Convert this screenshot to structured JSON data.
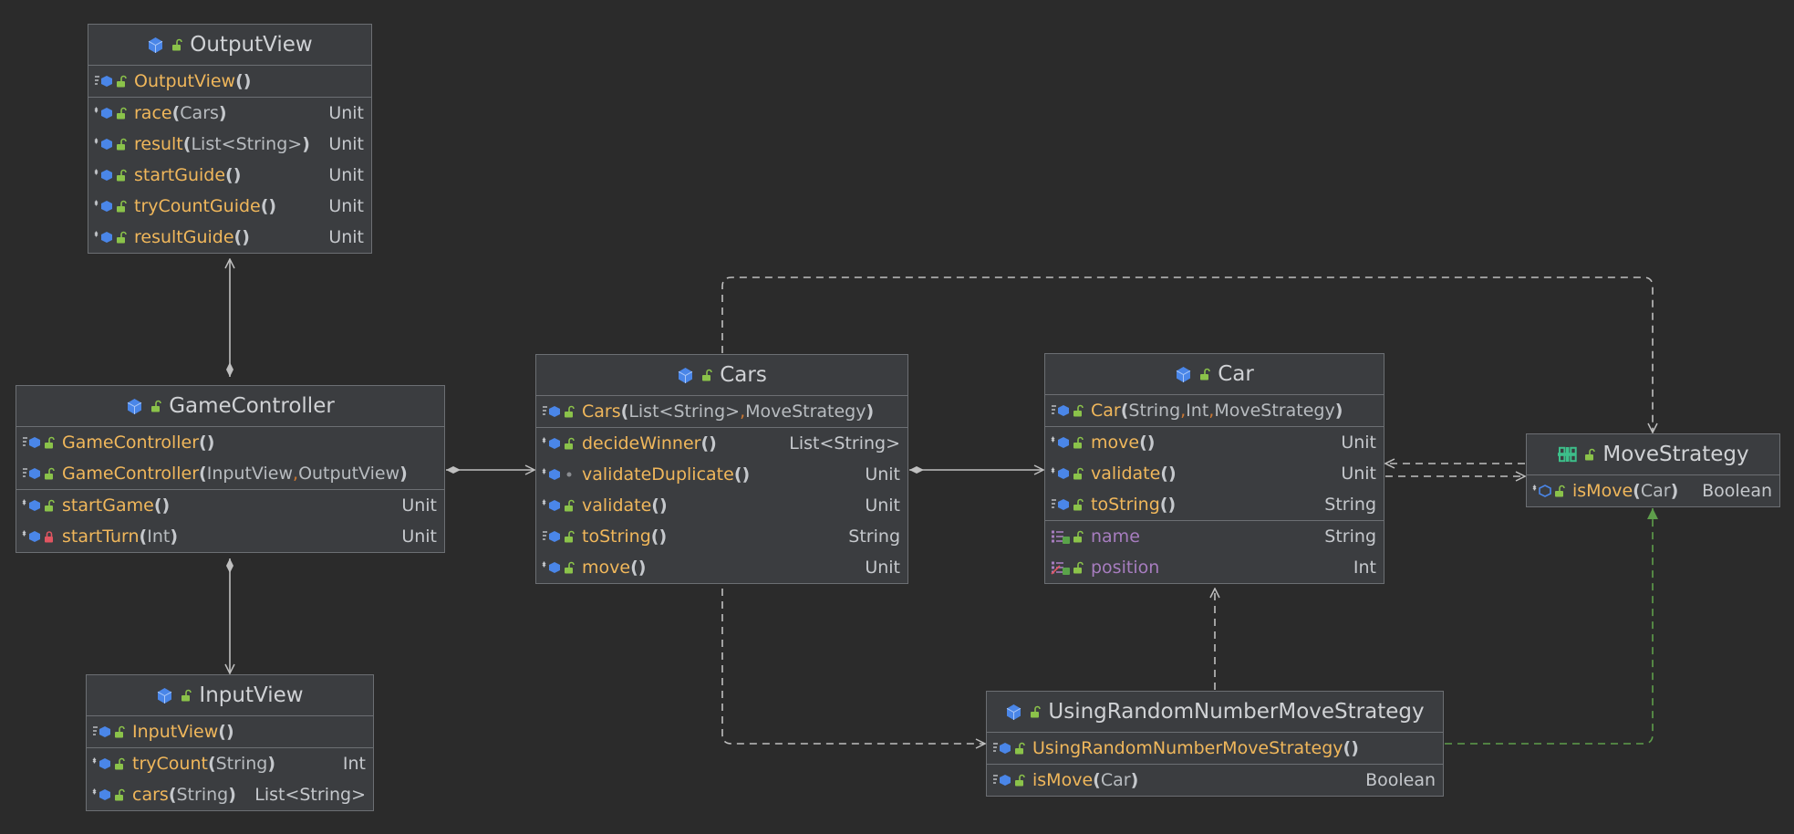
{
  "classes": [
    {
      "id": "outputview",
      "name": "OutputView",
      "kind": "class-icon",
      "constructors": [
        {
          "name": "OutputView",
          "params": [],
          "ret": ""
        }
      ],
      "methods": [
        {
          "name": "race",
          "params": [
            "Cars"
          ],
          "ret": "Unit"
        },
        {
          "name": "result",
          "params": [
            "List<String>"
          ],
          "ret": "Unit"
        },
        {
          "name": "startGuide",
          "params": [],
          "ret": "Unit"
        },
        {
          "name": "tryCountGuide",
          "params": [],
          "ret": "Unit"
        },
        {
          "name": "resultGuide",
          "params": [],
          "ret": "Unit"
        }
      ],
      "fields": []
    },
    {
      "id": "gamecontroller",
      "name": "GameController",
      "kind": "class-icon",
      "constructors": [
        {
          "name": "GameController",
          "params": [],
          "ret": ""
        },
        {
          "name": "GameController",
          "params": [
            "InputView",
            "OutputView"
          ],
          "ret": ""
        }
      ],
      "methods": [
        {
          "name": "startGame",
          "params": [],
          "ret": "Unit"
        },
        {
          "name": "startTurn",
          "params": [
            "Int"
          ],
          "ret": "Unit",
          "private": true
        }
      ],
      "fields": []
    },
    {
      "id": "inputview",
      "name": "InputView",
      "kind": "class-icon",
      "constructors": [
        {
          "name": "InputView",
          "params": [],
          "ret": ""
        }
      ],
      "methods": [
        {
          "name": "tryCount",
          "params": [
            "String"
          ],
          "ret": "Int"
        },
        {
          "name": "cars",
          "params": [
            "String"
          ],
          "ret": "List<String>"
        }
      ],
      "fields": []
    },
    {
      "id": "cars",
      "name": "Cars",
      "kind": "class-icon",
      "constructors": [
        {
          "name": "Cars",
          "params": [
            "List<String>",
            "MoveStrategy"
          ],
          "ret": ""
        }
      ],
      "methods": [
        {
          "name": "decideWinner",
          "params": [],
          "ret": "List<String>"
        },
        {
          "name": "validateDuplicate",
          "params": [],
          "ret": "Unit",
          "packagePrivate": true
        },
        {
          "name": "validate",
          "params": [],
          "ret": "Unit"
        },
        {
          "name": "toString",
          "params": [],
          "ret": "String",
          "override": true
        },
        {
          "name": "move",
          "params": [],
          "ret": "Unit"
        }
      ],
      "fields": []
    },
    {
      "id": "car",
      "name": "Car",
      "kind": "class-icon",
      "constructors": [
        {
          "name": "Car",
          "params": [
            "String",
            "Int",
            "MoveStrategy"
          ],
          "ret": ""
        }
      ],
      "methods": [
        {
          "name": "move",
          "params": [],
          "ret": "Unit"
        },
        {
          "name": "validate",
          "params": [],
          "ret": "Unit"
        },
        {
          "name": "toString",
          "params": [],
          "ret": "String",
          "override": true
        }
      ],
      "fields": [
        {
          "name": "name",
          "ret": "String"
        },
        {
          "name": "position",
          "ret": "Int",
          "mutable": true
        }
      ]
    },
    {
      "id": "movestrategy",
      "name": "MoveStrategy",
      "kind": "interface-icon",
      "constructors": [],
      "methods": [
        {
          "name": "isMove",
          "params": [
            "Car"
          ],
          "ret": "Boolean",
          "abstract": true
        }
      ],
      "fields": []
    },
    {
      "id": "randomstrategy",
      "name": "UsingRandomNumberMoveStrategy",
      "kind": "class-icon",
      "constructors": [
        {
          "name": "UsingRandomNumberMoveStrategy",
          "params": [],
          "ret": ""
        }
      ],
      "methods": [
        {
          "name": "isMove",
          "params": [
            "Car"
          ],
          "ret": "Boolean",
          "override": true
        }
      ],
      "fields": []
    }
  ],
  "relations": [
    {
      "from": "GameController",
      "to": "OutputView",
      "type": "composition"
    },
    {
      "from": "GameController",
      "to": "InputView",
      "type": "composition"
    },
    {
      "from": "GameController",
      "to": "Cars",
      "type": "composition"
    },
    {
      "from": "Cars",
      "to": "Car",
      "type": "composition"
    },
    {
      "from": "Cars",
      "to": "MoveStrategy",
      "type": "dependency"
    },
    {
      "from": "Cars",
      "to": "UsingRandomNumberMoveStrategy",
      "type": "dependency"
    },
    {
      "from": "Car",
      "to": "MoveStrategy",
      "type": "dependency"
    },
    {
      "from": "MoveStrategy",
      "to": "Car",
      "type": "dependency"
    },
    {
      "from": "UsingRandomNumberMoveStrategy",
      "to": "Car",
      "type": "dependency"
    },
    {
      "from": "UsingRandomNumberMoveStrategy",
      "to": "MoveStrategy",
      "type": "realization"
    }
  ],
  "colors": {
    "background": "#2b2b2b",
    "box": "#3b3d40",
    "border": "#6c6f73",
    "method_name": "#f0b75b",
    "field_name": "#a77dbf",
    "class_icon": "#4a86e8",
    "interface_icon": "#3dbf8a",
    "public_lock": "#8bc34a",
    "private_lock": "#e05561",
    "connector": "#bfbfbf",
    "realization": "#5e9e4b"
  }
}
